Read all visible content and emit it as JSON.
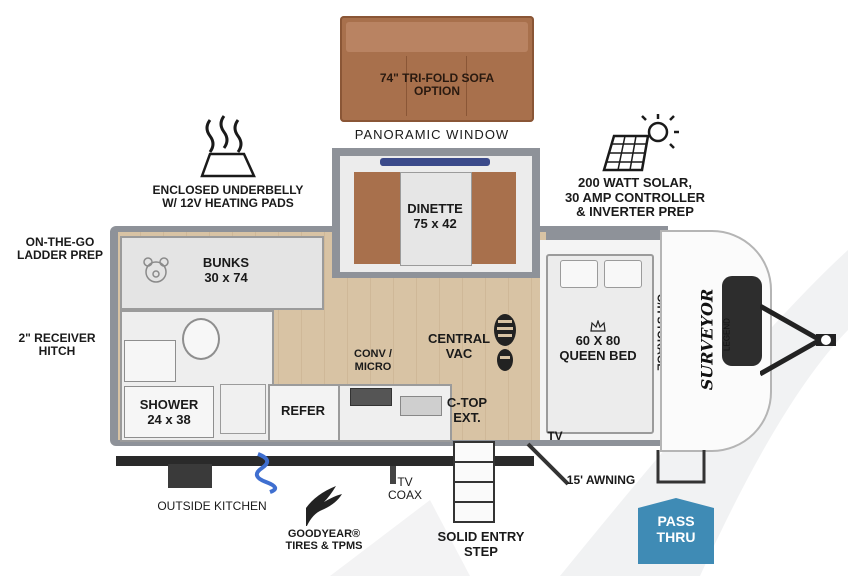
{
  "sofa_option": "74\" TRI-FOLD SOFA\nOPTION",
  "panoramic_window": "PANORAMIC WINDOW",
  "underbelly": "ENCLOSED UNDERBELLY\nW/ 12V HEATING PADS",
  "solar": "200 WATT SOLAR,\n30 AMP CONTROLLER\n& INVERTER PREP",
  "ladder": "ON-THE-GO\nLADDER PREP",
  "hitch": "2\" RECEIVER\nHITCH",
  "dinette": "DINETTE\n75 x 42",
  "bunks": "BUNKS\n30 x 74",
  "conv_micro": "CONV /\nMICRO",
  "central_vac": "CENTRAL\nVAC",
  "queen_bed": "60 X 80\nQUEEN BED",
  "oh_storage": "O/H STORAGE",
  "shower": "SHOWER\n24 x 38",
  "refer": "REFER",
  "ctop": "C-TOP\nEXT.",
  "tv": "TV",
  "outside_kitchen": "OUTSIDE KITCHEN",
  "tv_coax": "TV\nCOAX",
  "goodyear": "GOODYEAR®\nTIRES & TPMS",
  "entry_step": "SOLID ENTRY\nSTEP",
  "awning": "15' AWNING",
  "pass_thru": "PASS\nTHRU",
  "brand_script": "SURVEYOR",
  "brand_sub": "LEGEND",
  "colors": {
    "sofa": "#a8704c",
    "floor": "#d8c3a4",
    "wall": "#8e9299",
    "pass_thru": "#3f8bb5",
    "bed": "#ececec"
  }
}
